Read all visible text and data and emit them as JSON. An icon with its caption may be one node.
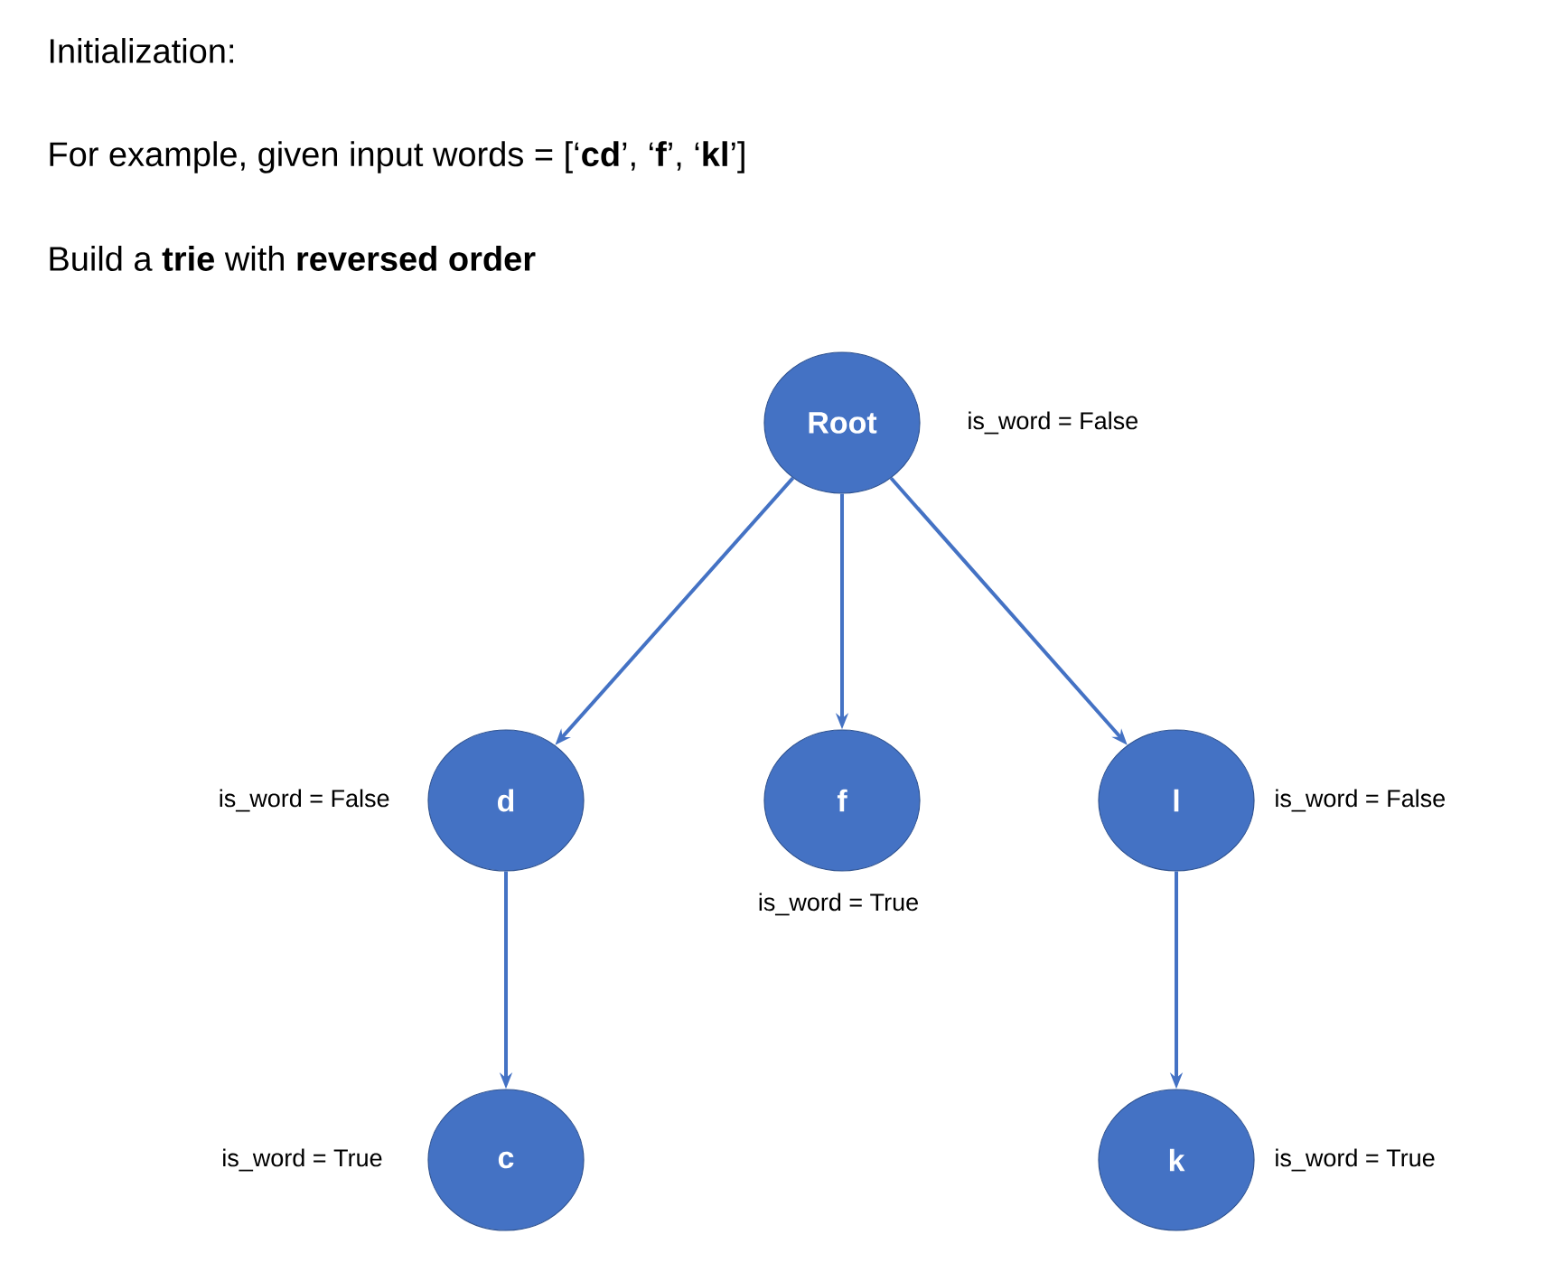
{
  "diagram": {
    "title": "Initialization:",
    "nodes": [
      {
        "text": [
          "Root"
        ],
        "beside": [
          "is_word = False"
        ]
      },
      {
        "text": [
          "d"
        ],
        "beside": [
          "is_word = False"
        ]
      },
      {
        "text": [
          "f"
        ],
        "beside": [
          "is_word = True"
        ]
      },
      {
        "text": [
          "l"
        ],
        "beside": [
          "is_word = False"
        ]
      },
      {
        "text": [
          "c"
        ],
        "beside": [
          "is_word = True"
        ]
      },
      {
        "text": [
          "k"
        ],
        "beside": [
          "is_word = True"
        ]
      }
    ],
    "edges": [
      {
        "from": 0,
        "to": 1,
        "arrow": "to"
      },
      {
        "from": 0,
        "to": 2,
        "arrow": "to"
      },
      {
        "from": 0,
        "to": 3,
        "arrow": "to"
      },
      {
        "from": 1,
        "to": 4,
        "arrow": "to"
      },
      {
        "from": 3,
        "to": 5,
        "arrow": "to"
      }
    ],
    "labels": [
      "For example, given input words = [‘**cd**’, ‘**f**’, ‘**kl**’]",
      "Build a **trie** with **reversed order**"
    ]
  }
}
